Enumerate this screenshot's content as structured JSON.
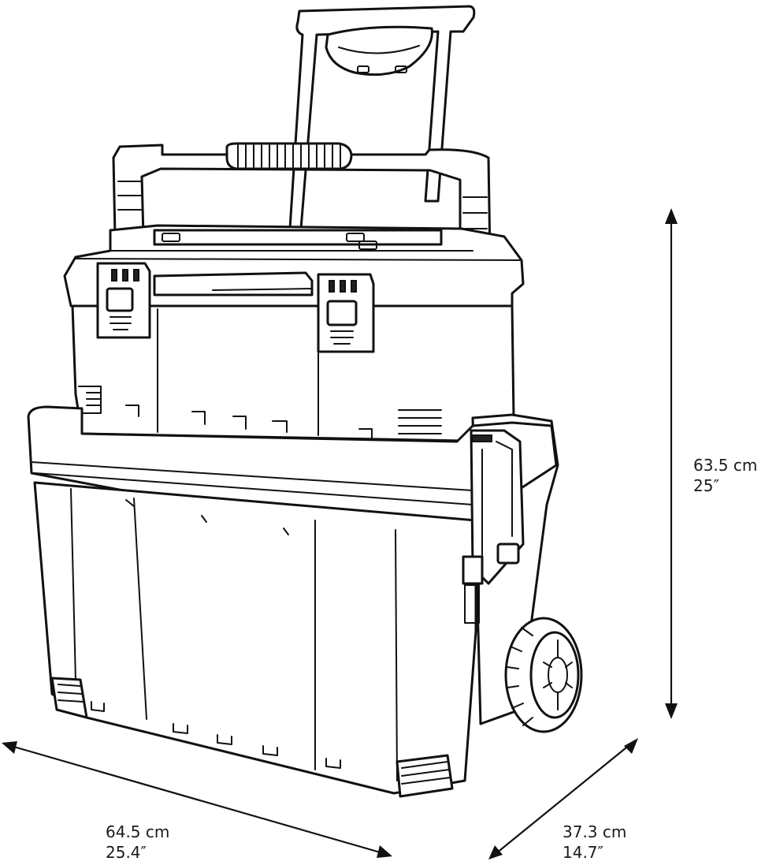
{
  "dimensions": {
    "height": {
      "metric": "63.5 cm",
      "imperial": "25″"
    },
    "width": {
      "metric": "64.5 cm",
      "imperial": "25.4″"
    },
    "depth": {
      "metric": "37.3 cm",
      "imperial": "14.7″"
    }
  }
}
